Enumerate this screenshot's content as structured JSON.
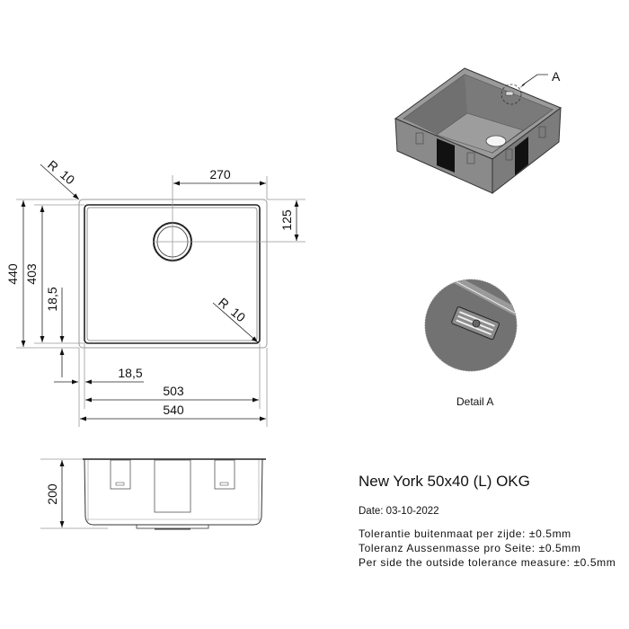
{
  "drawing": {
    "product_title": "New York 50x40 (L) OKG",
    "date": "Date: 03-10-2022",
    "tolerances": [
      "Tolerantie buitenmaat per zijde: ±0.5mm",
      "Toleranz Aussenmasse pro Seite: ±0.5mm",
      "Per side the outside tolerance measure: ±0.5mm"
    ],
    "detail_label": "Detail A",
    "callout_label": "A"
  },
  "top_view": {
    "dimensions": {
      "outer_width": "540",
      "inner_width": "503",
      "flange_width": "18,5",
      "outer_depth": "440",
      "inner_depth": "403",
      "flange_depth": "18,5",
      "drain_offset_x": "270",
      "drain_offset_y": "125",
      "corner_radius_outer_r": "R",
      "corner_radius_outer_val": "10",
      "corner_radius_inner_r": "R",
      "corner_radius_inner_val": "10"
    }
  },
  "side_view": {
    "dimensions": {
      "height": "200"
    }
  },
  "colors": {
    "line": "#222222",
    "thin_line": "#888888",
    "render_dark": "#6e6e6e",
    "render_mid": "#8a8a8a",
    "render_light": "#b5b5b5"
  }
}
